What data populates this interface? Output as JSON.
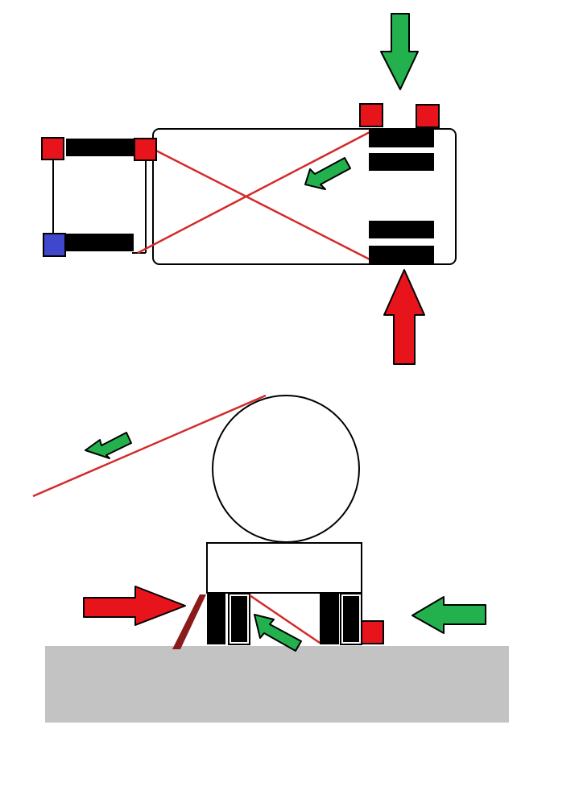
{
  "colors": {
    "red": "#e8141b",
    "green": "#22b14c",
    "blue": "#3f48cc",
    "black": "#000000",
    "gray": "#c3c3c3",
    "line_red": "#d42a2a",
    "dark_red": "#8b1a1a"
  },
  "diagrams": [
    {
      "view": "top",
      "elements": [
        "trailer-body",
        "tractor-unit",
        "wheel-pads",
        "red-markers",
        "blue-marker",
        "diagonal-lines",
        "force-arrows"
      ]
    },
    {
      "view": "side",
      "elements": [
        "round-load",
        "flatbed",
        "wheel-blocks",
        "ground",
        "chock",
        "force-arrows"
      ]
    }
  ]
}
